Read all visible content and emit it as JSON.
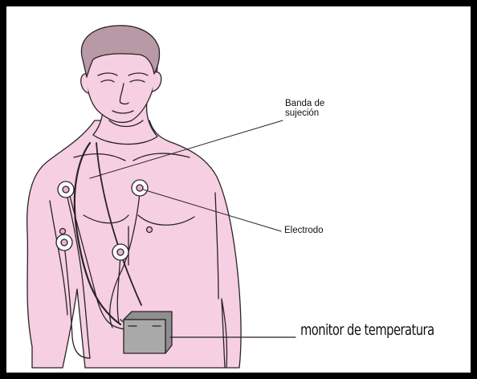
{
  "labels": {
    "strap_line1": "Banda de",
    "strap_line2": "sujeción",
    "electrode": "Electrodo",
    "monitor": "monitor de temperatura"
  },
  "colors": {
    "skin": "#f6cfe2",
    "skin_shadow": "#e9b3cf",
    "hair": "#b89aa6",
    "outline": "#2a2226",
    "monitor_box": "#a9a9a9",
    "frame": "#000000"
  }
}
